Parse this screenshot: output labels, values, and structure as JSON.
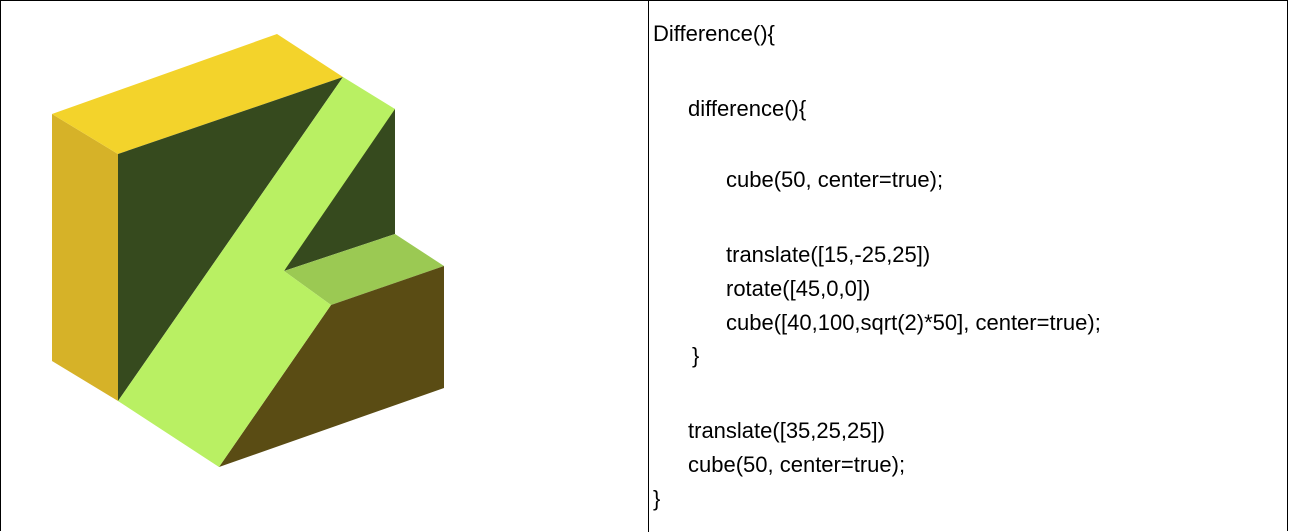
{
  "render": {
    "faces": {
      "top": "#f3d32b",
      "left": "#d6b228",
      "front_dark": "#364a1e",
      "cut_face": "#b9f063",
      "step_top": "#9bc953",
      "step_front": "#5a4c14"
    }
  },
  "code": {
    "lines": [
      "Difference(){",
      "difference(){",
      "cube(50, center=true);",
      "translate([15,-25,25])",
      "rotate([45,0,0])",
      "cube([40,100,sqrt(2)*50], center=true);",
      "}",
      "translate([35,25,25])",
      "cube(50, center=true);",
      "}"
    ]
  }
}
